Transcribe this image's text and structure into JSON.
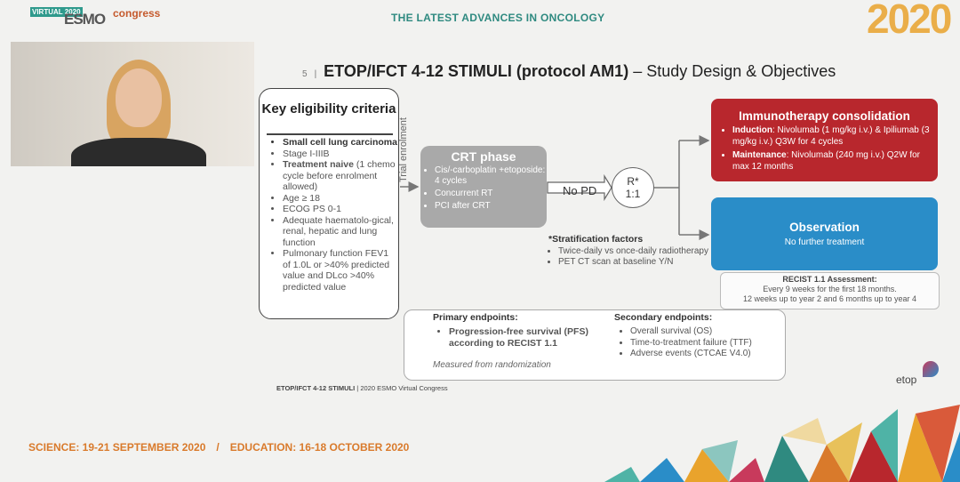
{
  "header": {
    "logo_virtual": "VIRTUAL 2020",
    "logo_esmo": "ESMO",
    "logo_congress": "congress",
    "tagline": "THE LATEST ADVANCES IN ONCOLOGY",
    "year_badge": "2020"
  },
  "slide": {
    "number": "5",
    "title_bold": "ETOP/IFCT 4-12 STIMULI (protocol AM1)",
    "title_rest": " – Study Design & Objectives",
    "eligibility": {
      "title": "Key eligibility criteria",
      "items": [
        {
          "text": "Small cell lung carcinoma",
          "strong": true
        },
        {
          "text": "Stage I-IIIB",
          "strong": false
        },
        {
          "text": "Treatment naive (1 chemo cycle before enrolment allowed)",
          "strong": false
        },
        {
          "text": "Age ≥ 18",
          "strong": false
        },
        {
          "text": "ECOG PS 0-1",
          "strong": false
        },
        {
          "text": "Adequate haematolo-gical, renal, hepatic and lung function",
          "strong": false
        },
        {
          "text": "Pulmonary function FEV1 of 1.0L or >40% predicted value and DLco >40% predicted value",
          "strong": false
        }
      ],
      "naive_bold": "Treatment naive",
      "naive_rest": " (1 chemo cycle before enrolment allowed)"
    },
    "trial_enrolment": "Trial enrolment",
    "crt": {
      "title": "CRT phase",
      "items": [
        "Cis/-carboplatin +etoposide: 4 cycles",
        "Concurrent RT",
        "PCI after CRT"
      ]
    },
    "no_pd": "No PD",
    "randomization": {
      "label": "R*",
      "ratio": "1:1"
    },
    "stratification": {
      "title": "*Stratification factors",
      "items": [
        "Twice-daily vs once-daily radiotherapy",
        "PET CT scan at baseline Y/N"
      ]
    },
    "immunotherapy": {
      "title": "Immunotherapy consolidation",
      "induction_label": "Induction",
      "induction_text": ": Nivolumab (1 mg/kg i.v.) & Ipiliumab (3 mg/kg i.v.) Q3W for 4 cycles",
      "maintenance_label": "Maintenance",
      "maintenance_text": ": Nivolumab (240 mg i.v.) Q2W for max 12 months"
    },
    "observation": {
      "title": "Observation",
      "subtitle": "No further treatment"
    },
    "recist": {
      "title": "RECIST 1.1 Assessment:",
      "line1": "Every 9 weeks for the first 18 months.",
      "line2": "12 weeks up to year 2 and 6 months up to year 4"
    },
    "endpoints": {
      "primary_title": "Primary endpoints:",
      "primary_items": [
        "Progression-free survival (PFS) according to RECIST 1.1"
      ],
      "primary_note": "Measured from randomization",
      "secondary_title": "Secondary endpoints:",
      "secondary_items": [
        "Overall survival (OS)",
        "Time-to-treatment failure (TTF)",
        "Adverse events (CTCAE V4.0)"
      ]
    },
    "footer_bold": "ETOP/IFCT 4-12 STIMULI",
    "footer_rest": " | 2020 ESMO Virtual Congress",
    "org_logo": "etop"
  },
  "bottom_bar": {
    "science": "SCIENCE: 19-21 SEPTEMBER 2020",
    "separator": "/",
    "education": "EDUCATION: 16-18 OCTOBER 2020"
  },
  "colors": {
    "accent_teal": "#2f8a80",
    "immuno_red": "#b8272d",
    "observation_blue": "#2a8dc8",
    "crt_grey": "#a9a9a9",
    "date_orange": "#d97a2b"
  }
}
